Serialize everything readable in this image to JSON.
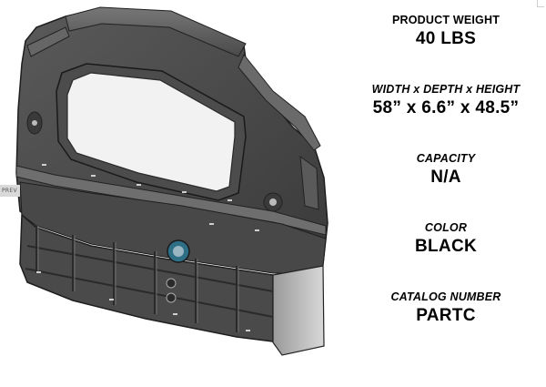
{
  "navigation": {
    "prev_label": "PREV"
  },
  "product": {
    "image_icon": "van-partition-panel-render",
    "color_hex": "#3f3f3f"
  },
  "specs": [
    {
      "label": "PRODUCT WEIGHT",
      "value": "40 LBS",
      "italic": false
    },
    {
      "label": "WIDTH x DEPTH x HEIGHT",
      "value": "58” x 6.6” x 48.5”",
      "italic": true
    },
    {
      "label": "CAPACITY",
      "value": "N/A",
      "italic": true
    },
    {
      "label": "COLOR",
      "value": "BLACK",
      "italic": true
    },
    {
      "label": "CATALOG NUMBER",
      "value": "PARTC",
      "italic": true
    }
  ]
}
